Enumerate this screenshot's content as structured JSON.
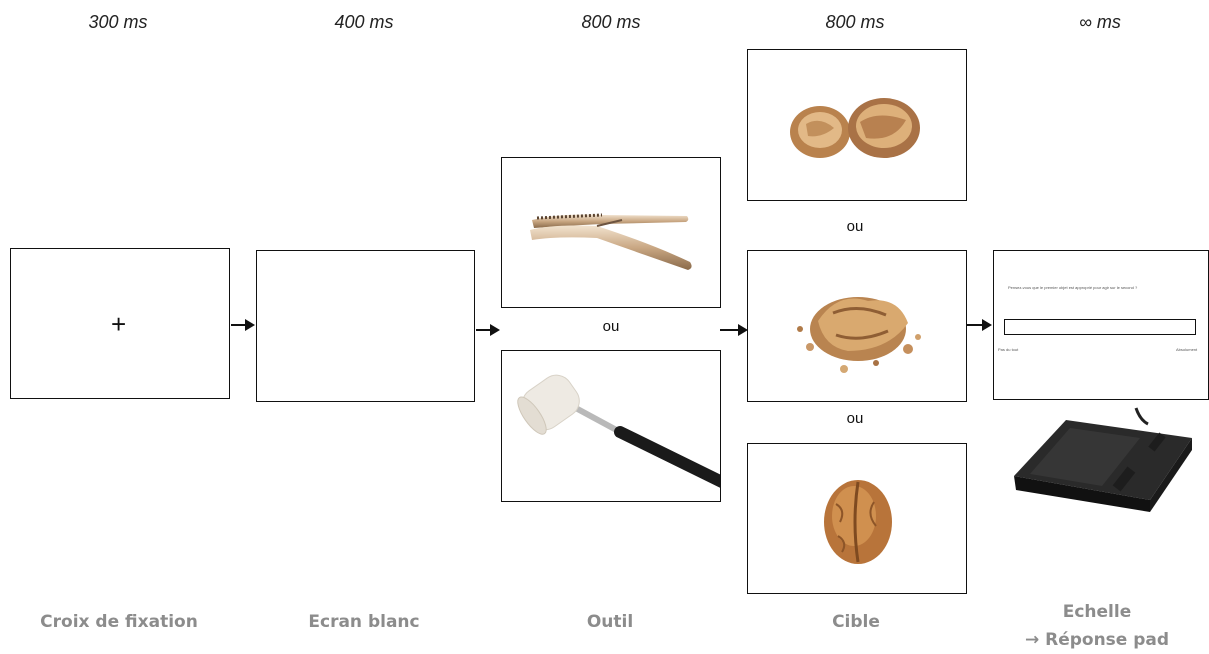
{
  "durations": [
    "300 ms",
    "400 ms",
    "800 ms",
    "800 ms",
    "∞ ms"
  ],
  "stage_labels": [
    "Croix de fixation",
    "Ecran blanc",
    "Outil",
    "Cible"
  ],
  "stage5_label": {
    "line1": "Echelle",
    "line2": "→  Réponse pad"
  },
  "fixation_symbol": "+",
  "or_label": "ou",
  "scale_screen": {
    "question": "Pensez-vous que le premier objet est approprié pour agir sur le second ?",
    "left_anchor": "Pas du tout",
    "right_anchor": "Absolument"
  },
  "icons": [
    "nutcracker-image",
    "mallet-image",
    "open-walnut-image",
    "crushed-walnut-image",
    "whole-walnut-image",
    "response-pad-image"
  ]
}
